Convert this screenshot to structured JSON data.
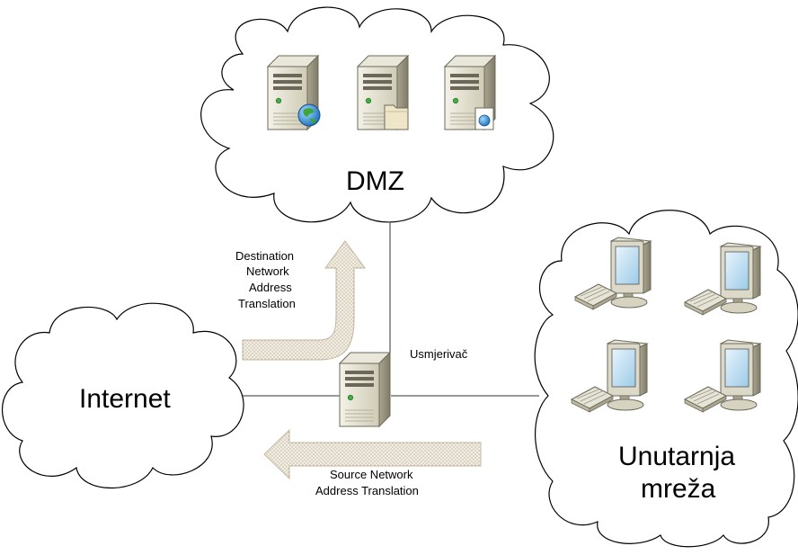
{
  "clouds": {
    "dmz": "DMZ",
    "internet": "Internet",
    "internal_line1": "Unutarnja",
    "internal_line2": "mreža"
  },
  "router_label": "Usmjerivač",
  "dnat_lines": [
    "Destination",
    "Network",
    "Address",
    "Translation"
  ],
  "snat_lines": [
    "Source Network",
    "Address Translation"
  ],
  "icons": {
    "dmz_servers": [
      "web-server-icon",
      "file-server-icon",
      "web-document-server-icon"
    ],
    "router": "router-server-icon",
    "workstations": [
      "workstation-icon",
      "workstation-icon",
      "workstation-icon",
      "workstation-icon"
    ],
    "dnat_arrow": "up-turn-arrow-icon",
    "snat_arrow": "left-arrow-icon"
  }
}
